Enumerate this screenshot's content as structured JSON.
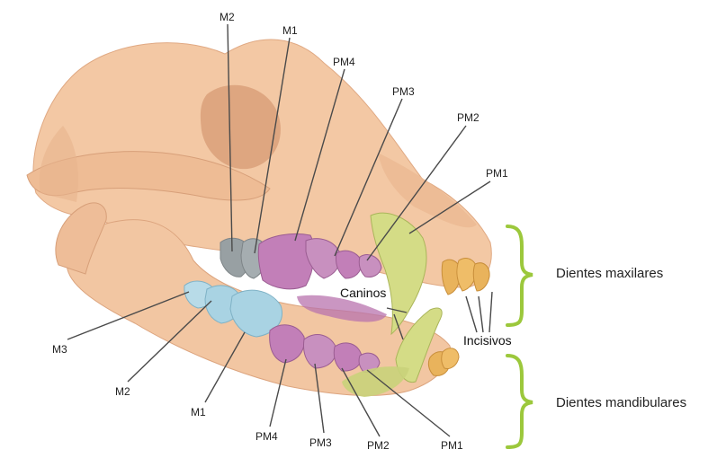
{
  "upper_labels": {
    "m2": "M2",
    "m1": "M1",
    "pm4": "PM4",
    "pm3": "PM3",
    "pm2": "PM2",
    "pm1": "PM1"
  },
  "lower_labels": {
    "m3": "M3",
    "m2": "M2",
    "m1": "M1",
    "pm4": "PM4",
    "pm3": "PM3",
    "pm2": "PM2",
    "pm1": "PM1"
  },
  "group_labels": {
    "caninos": "Caninos",
    "incisivos": "Incisivos",
    "maxilares": "Dientes maxilares",
    "mandibulares": "Dientes mandibulares"
  },
  "colors": {
    "bone": "#f3c8a4",
    "bone_shadow": "#e3ad86",
    "molar_upper": "#98a0a3",
    "molar_lower": "#a9d3e3",
    "premolar": "#c27fb8",
    "canine": "#d4dc86",
    "incisor": "#e9b35c",
    "brace": "#9cc83c",
    "leader": "#4a4a4a"
  }
}
